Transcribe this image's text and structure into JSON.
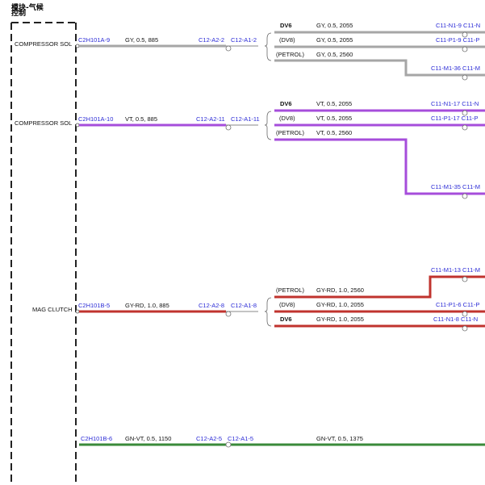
{
  "module": {
    "title_line1": "模块-气候",
    "title_line2": "控制"
  },
  "colors": {
    "gray": "#a6a6a6",
    "violet": "#a64ddb",
    "red": "#c0332e",
    "green": "#3a8a3a",
    "connector": "#6f6f6f",
    "label_blue": "#2b2bd6"
  },
  "circuits": [
    {
      "pin_label": "COMPRESSOR SOL",
      "pin_code": "C2H101A-9",
      "wire_spec": "GY, 0.5, 885",
      "conn_a": "C12-A2-2",
      "conn_b": "C12-A1-2",
      "branches": [
        {
          "variant": "DV6",
          "spec": "GY, 0.5, 2055",
          "dest": "C11-N1-9  C11-N"
        },
        {
          "variant": "(DV8)",
          "spec": "GY, 0.5, 2055",
          "dest": "C11-P1-9  C11-P"
        },
        {
          "variant": "(PETROL)",
          "spec": "GY, 0.5, 2560",
          "dest": "C11-M1-36  C11-M"
        }
      ]
    },
    {
      "pin_label": "COMPRESSOR SOL",
      "pin_code": "C2H101A-10",
      "wire_spec": "VT, 0.5, 885",
      "conn_a": "C12-A2-11",
      "conn_b": "C12-A1-11",
      "branches": [
        {
          "variant": "DV6",
          "spec": "VT, 0.5, 2055",
          "dest": "C11-N1-17  C11-N"
        },
        {
          "variant": "(DV8)",
          "spec": "VT, 0.5, 2055",
          "dest": "C11-P1-17  C11-P"
        },
        {
          "variant": "(PETROL)",
          "spec": "VT, 0.5, 2560",
          "dest": "C11-M1-35  C11-M"
        }
      ]
    },
    {
      "pin_label": "MAG CLUTCH",
      "pin_code": "C2H101B-5",
      "wire_spec": "GY-RD, 1.0, 885",
      "conn_a": "C12-A2-8",
      "conn_b": "C12-A1-8",
      "branches": [
        {
          "variant": "(PETROL)",
          "spec": "GY-RD, 1.0, 2560",
          "dest": "C11-M1-13  C11-M"
        },
        {
          "variant": "(DV8)",
          "spec": "GY-RD, 1.0, 2055",
          "dest": "C11-P1-6  C11-P"
        },
        {
          "variant": "DV6",
          "spec": "GY-RD, 1.0, 2055",
          "dest": "C11-N1-8  C11-N"
        }
      ]
    },
    {
      "pin_code": "C2H101B-6",
      "wire_spec": "GN-VT, 0.5, 1150",
      "conn_a": "C12-A2-5",
      "conn_b": "C12-A1-5",
      "spec_after": "GN-VT, 0.5, 1375"
    }
  ]
}
